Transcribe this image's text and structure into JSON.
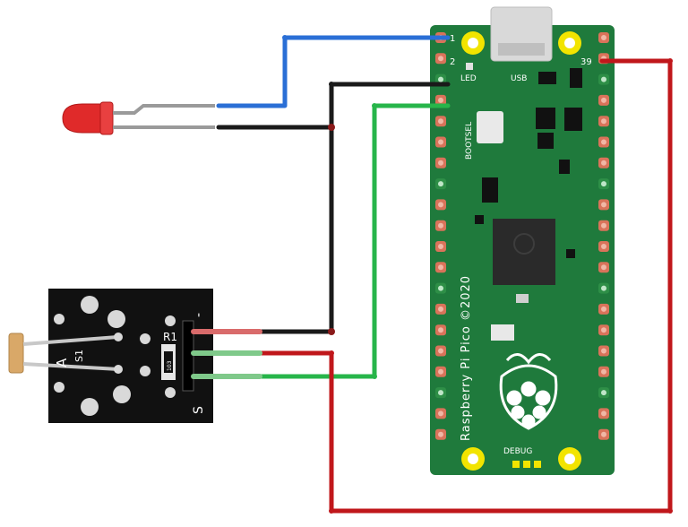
{
  "pico": {
    "pin_1": "1",
    "pin_2": "2",
    "pin_39": "39",
    "led_label": "LED",
    "usb_label": "USB",
    "bootsel_label": "BOOTSEL",
    "brand_label": "Raspberry Pi Pico ©2020",
    "debug_label": "DEBUG",
    "board_color": "#1f7a3c"
  },
  "sensor": {
    "r1_label": "R1",
    "minus_label": "-",
    "s_label": "S",
    "resistor_code": "103",
    "photo_label_a": "A",
    "photo_label_s": "S1",
    "board_color": "#111111"
  },
  "wire_colors": {
    "blue": "#2a6fd6",
    "black": "#1a1a1a",
    "green": "#27b54a",
    "red": "#c0171b",
    "grey": "#9a9a9a"
  },
  "led": {
    "color": "#e02a2a"
  }
}
